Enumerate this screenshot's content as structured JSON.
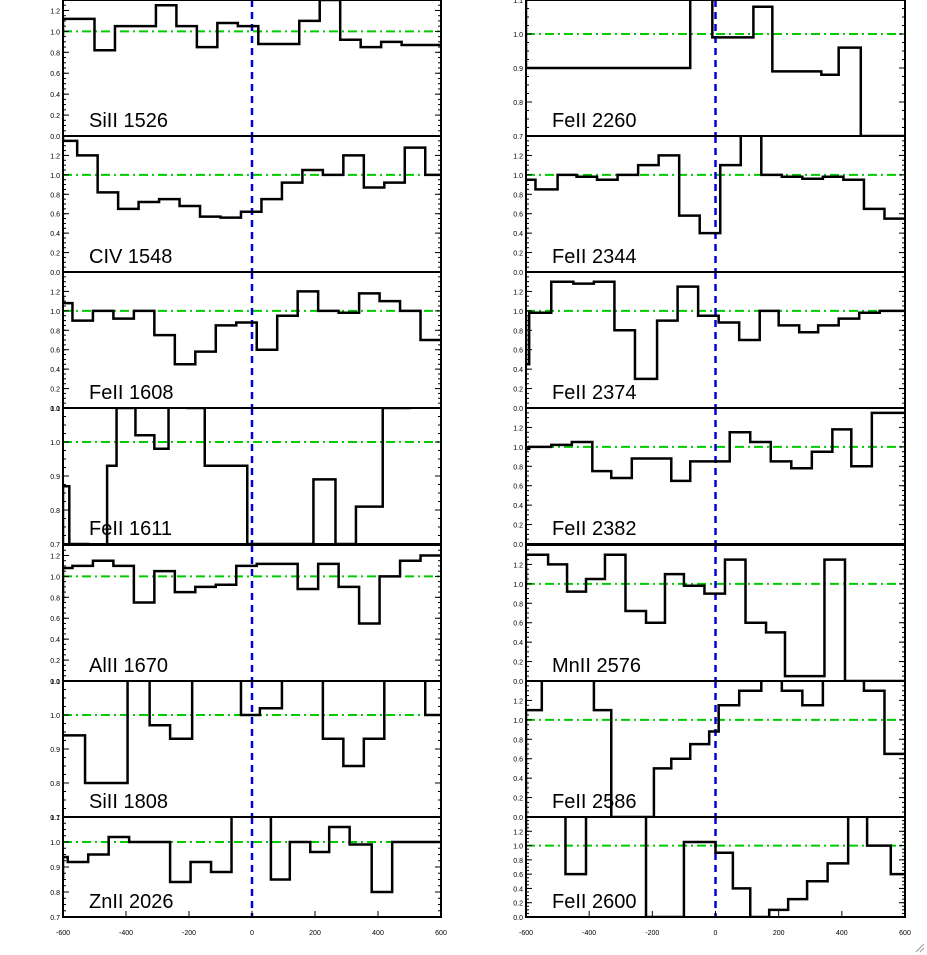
{
  "figure": {
    "x_tick_labels": [
      "-600",
      "-400",
      "-200",
      "0",
      "200",
      "400",
      "600"
    ]
  },
  "chart_data": [
    {
      "type": "line",
      "label": "SiII 1526",
      "xlim": [
        -600,
        600
      ],
      "ylim": [
        0,
        1.3
      ],
      "ytick_values": [
        0,
        0.2,
        0.4,
        0.6,
        0.8,
        1.0,
        1.2
      ],
      "ytick_labels": [
        "0.0",
        "0.2",
        "0.4",
        "0.6",
        "0.8",
        "1.0",
        "1.2"
      ],
      "reference_lines": [
        0,
        1
      ],
      "x": [
        -600,
        -565,
        -500,
        -435,
        -370,
        -305,
        -240,
        -175,
        -110,
        -45,
        20,
        85,
        150,
        215,
        280,
        345,
        410,
        475,
        540,
        600
      ],
      "y": [
        0.95,
        1.12,
        1.12,
        0.82,
        1.05,
        1.05,
        1.25,
        1.05,
        0.85,
        1.08,
        1.05,
        0.88,
        0.88,
        1.1,
        1.3,
        0.92,
        0.85,
        0.9,
        0.87,
        0.87
      ]
    },
    {
      "type": "line",
      "label": "CIV 1548",
      "xlim": [
        -600,
        600
      ],
      "ylim": [
        0,
        1.4
      ],
      "ytick_values": [
        0,
        0.2,
        0.4,
        0.6,
        0.8,
        1.0,
        1.2
      ],
      "ytick_labels": [
        "0.0",
        "0.2",
        "0.4",
        "0.6",
        "0.8",
        "1.0",
        "1.2"
      ],
      "reference_lines": [
        0,
        1
      ],
      "x": [
        -600,
        -555,
        -490,
        -425,
        -360,
        -295,
        -230,
        -165,
        -100,
        -35,
        30,
        95,
        160,
        225,
        290,
        355,
        420,
        485,
        550,
        600
      ],
      "y": [
        1.4,
        1.35,
        1.2,
        0.82,
        0.65,
        0.72,
        0.75,
        0.68,
        0.57,
        0.56,
        0.62,
        0.75,
        0.92,
        1.05,
        1.0,
        1.2,
        0.87,
        0.92,
        1.28,
        1.0
      ]
    },
    {
      "type": "line",
      "label": "FeII 1608",
      "xlim": [
        -600,
        600
      ],
      "ylim": [
        0,
        1.4
      ],
      "ytick_values": [
        0,
        0.2,
        0.4,
        0.6,
        0.8,
        1.0,
        1.2
      ],
      "ytick_labels": [
        "0.0",
        "0.2",
        "0.4",
        "0.6",
        "0.8",
        "1.0",
        "1.2"
      ],
      "reference_lines": [
        0,
        1
      ],
      "x": [
        -600,
        -570,
        -505,
        -440,
        -375,
        -310,
        -245,
        -180,
        -115,
        -50,
        15,
        80,
        145,
        210,
        275,
        340,
        405,
        470,
        535,
        600
      ],
      "y": [
        1.15,
        1.08,
        0.9,
        1.0,
        0.92,
        1.0,
        0.75,
        0.45,
        0.58,
        0.85,
        0.88,
        0.6,
        0.95,
        1.2,
        1.0,
        0.98,
        1.18,
        1.1,
        1.0,
        0.7
      ]
    },
    {
      "type": "line",
      "label": "FeII 1611",
      "xlim": [
        -600,
        600
      ],
      "ylim": [
        0.7,
        1.1
      ],
      "ytick_values": [
        0.7,
        0.8,
        0.9,
        1.0,
        1.1
      ],
      "ytick_labels": [
        "0.7",
        "0.8",
        "0.9",
        "1.0",
        "1.1"
      ],
      "reference_lines": [
        1
      ],
      "x": [
        -600,
        -580,
        -520,
        -460,
        -430,
        -370,
        -310,
        -265,
        -205,
        -150,
        -15,
        60,
        150,
        195,
        265,
        330,
        415,
        480,
        500,
        600
      ],
      "y": [
        0.7,
        0.87,
        0.7,
        0.66,
        0.93,
        1.1,
        1.02,
        0.98,
        1.12,
        1.1,
        0.93,
        0.7,
        0.7,
        0.7,
        0.89,
        0.7,
        0.81,
        1.1,
        1.1,
        1.12
      ]
    },
    {
      "type": "line",
      "label": "AlII 1670",
      "xlim": [
        -600,
        600
      ],
      "ylim": [
        0,
        1.3
      ],
      "ytick_values": [
        0,
        0.2,
        0.4,
        0.6,
        0.8,
        1.0,
        1.2
      ],
      "ytick_labels": [
        "0.0",
        "0.2",
        "0.4",
        "0.6",
        "0.8",
        "1.0",
        "1.2"
      ],
      "reference_lines": [
        0,
        1
      ],
      "x": [
        -600,
        -570,
        -505,
        -440,
        -375,
        -310,
        -245,
        -180,
        -115,
        -50,
        15,
        80,
        145,
        210,
        275,
        340,
        405,
        470,
        535,
        600
      ],
      "y": [
        0.75,
        1.08,
        1.1,
        1.15,
        1.1,
        0.75,
        1.05,
        0.85,
        0.9,
        0.92,
        1.1,
        1.12,
        1.12,
        0.88,
        1.12,
        0.9,
        0.55,
        1.0,
        1.15,
        1.2
      ]
    },
    {
      "type": "line",
      "label": "SiII 1808",
      "xlim": [
        -600,
        600
      ],
      "ylim": [
        0.7,
        1.1
      ],
      "ytick_values": [
        0.7,
        0.8,
        0.9,
        1.0,
        1.1
      ],
      "ytick_labels": [
        "0.7",
        "0.8",
        "0.9",
        "1.0",
        "1.1"
      ],
      "reference_lines": [
        1
      ],
      "x": [
        -600,
        -530,
        -395,
        -325,
        -260,
        -190,
        -110,
        -35,
        25,
        95,
        160,
        225,
        290,
        355,
        420,
        485,
        550,
        600
      ],
      "y": [
        0.94,
        0.94,
        0.8,
        1.12,
        0.97,
        0.93,
        1.12,
        1.12,
        1.0,
        1.02,
        1.12,
        1.12,
        0.93,
        0.85,
        0.93,
        1.12,
        1.12,
        1.0
      ]
    },
    {
      "type": "line",
      "label": "ZnII 2026",
      "xlim": [
        -600,
        600
      ],
      "ylim": [
        0.7,
        1.1
      ],
      "ytick_values": [
        0.7,
        0.8,
        0.9,
        1.0,
        1.1
      ],
      "ytick_labels": [
        "0.7",
        "0.8",
        "0.9",
        "1.0",
        "1.1"
      ],
      "reference_lines": [
        1
      ],
      "x": [
        -600,
        -585,
        -520,
        -455,
        -390,
        -325,
        -260,
        -195,
        -130,
        -65,
        0,
        60,
        120,
        185,
        245,
        310,
        380,
        445,
        510,
        570,
        600
      ],
      "y": [
        0.85,
        0.94,
        0.92,
        0.95,
        1.02,
        1.0,
        1.0,
        0.84,
        0.92,
        0.88,
        1.12,
        1.12,
        0.85,
        1.0,
        0.96,
        1.06,
        0.99,
        0.8,
        1.0,
        1.0,
        1.0
      ]
    },
    {
      "type": "line",
      "label": "FeII 2260",
      "xlim": [
        -600,
        600
      ],
      "ylim": [
        0.7,
        1.1
      ],
      "ytick_values": [
        0.7,
        0.8,
        0.9,
        1.0,
        1.1
      ],
      "ytick_labels": [
        "0.7",
        "0.8",
        "0.9",
        "1.0",
        "1.1"
      ],
      "reference_lines": [
        1
      ],
      "x": [
        -600,
        -80,
        -10,
        120,
        180,
        335,
        390,
        460,
        520,
        600
      ],
      "y": [
        1.2,
        0.9,
        1.2,
        0.99,
        1.08,
        0.89,
        0.88,
        0.96,
        0.7,
        0.7
      ]
    },
    {
      "type": "line",
      "label": "FeII 2344",
      "xlim": [
        -600,
        600
      ],
      "ylim": [
        0,
        1.4
      ],
      "ytick_values": [
        0,
        0.2,
        0.4,
        0.6,
        0.8,
        1.0,
        1.2
      ],
      "ytick_labels": [
        "0.0",
        "0.2",
        "0.4",
        "0.6",
        "0.8",
        "1.0",
        "1.2"
      ],
      "reference_lines": [
        0,
        1
      ],
      "x": [
        -600,
        -570,
        -500,
        -440,
        -375,
        -310,
        -245,
        -180,
        -115,
        -50,
        15,
        80,
        145,
        210,
        275,
        340,
        405,
        470,
        535,
        600
      ],
      "y": [
        0.92,
        0.95,
        0.85,
        1.0,
        0.98,
        0.95,
        1.0,
        1.1,
        1.2,
        0.58,
        0.4,
        1.1,
        1.5,
        1.0,
        0.98,
        0.96,
        0.98,
        0.95,
        0.65,
        0.55
      ]
    },
    {
      "type": "line",
      "label": "FeII 2374",
      "xlim": [
        -600,
        600
      ],
      "ylim": [
        0,
        1.4
      ],
      "ytick_values": [
        0,
        0.2,
        0.4,
        0.6,
        0.8,
        1.0,
        1.2
      ],
      "ytick_labels": [
        "0.0",
        "0.2",
        "0.4",
        "0.6",
        "0.8",
        "1.0",
        "1.2"
      ],
      "reference_lines": [
        0,
        1
      ],
      "x": [
        -600,
        -590,
        -520,
        -450,
        -385,
        -320,
        -255,
        -185,
        -120,
        -55,
        10,
        75,
        140,
        200,
        265,
        325,
        390,
        455,
        520,
        600
      ],
      "y": [
        0.95,
        0.45,
        0.98,
        1.3,
        1.28,
        1.3,
        0.8,
        0.3,
        0.9,
        1.25,
        0.95,
        0.88,
        0.7,
        1.0,
        0.85,
        0.78,
        0.85,
        0.92,
        0.98,
        1.0
      ]
    },
    {
      "type": "line",
      "label": "FeII 2382",
      "xlim": [
        -600,
        600
      ],
      "ylim": [
        0,
        1.4
      ],
      "ytick_values": [
        0,
        0.2,
        0.4,
        0.6,
        0.8,
        1.0,
        1.2
      ],
      "ytick_labels": [
        "0.0",
        "0.2",
        "0.4",
        "0.6",
        "0.8",
        "1.0",
        "1.2"
      ],
      "reference_lines": [
        0,
        1
      ],
      "x": [
        -600,
        -590,
        -520,
        -455,
        -390,
        -330,
        -265,
        -205,
        -140,
        -80,
        -15,
        45,
        110,
        175,
        240,
        305,
        370,
        430,
        495,
        555,
        600
      ],
      "y": [
        0.95,
        0.98,
        1.0,
        1.02,
        1.05,
        0.75,
        0.68,
        0.88,
        0.88,
        0.65,
        0.85,
        0.85,
        1.15,
        1.05,
        0.85,
        0.78,
        0.95,
        1.18,
        0.8,
        1.35,
        1.35
      ]
    },
    {
      "type": "line",
      "label": "MnII 2576",
      "xlim": [
        -600,
        600
      ],
      "ylim": [
        0,
        1.4
      ],
      "ytick_values": [
        0,
        0.2,
        0.4,
        0.6,
        0.8,
        1.0,
        1.2
      ],
      "ytick_labels": [
        "0.0",
        "0.2",
        "0.4",
        "0.6",
        "0.8",
        "1.0",
        "1.2"
      ],
      "reference_lines": [
        0,
        1
      ],
      "x": [
        -600,
        -530,
        -470,
        -410,
        -350,
        -285,
        -220,
        -160,
        -100,
        -35,
        30,
        95,
        160,
        220,
        285,
        345,
        410,
        475,
        540,
        600
      ],
      "y": [
        0.98,
        1.3,
        1.2,
        0.92,
        1.05,
        1.3,
        0.72,
        0.6,
        1.1,
        0.98,
        0.9,
        1.25,
        0.6,
        0.5,
        0.05,
        0.05,
        1.25,
        0.0,
        0.0,
        0.0
      ]
    },
    {
      "type": "line",
      "label": "FeII 2586",
      "xlim": [
        -600,
        600
      ],
      "ylim": [
        0,
        1.4
      ],
      "ytick_values": [
        0,
        0.2,
        0.4,
        0.6,
        0.8,
        1.0,
        1.2
      ],
      "ytick_labels": [
        "0.0",
        "0.2",
        "0.4",
        "0.6",
        "0.8",
        "1.0",
        "1.2"
      ],
      "reference_lines": [
        0,
        1
      ],
      "x": [
        -600,
        -550,
        -460,
        -385,
        -330,
        -265,
        -195,
        -140,
        -80,
        -20,
        10,
        75,
        145,
        210,
        275,
        340,
        405,
        470,
        535,
        600
      ],
      "y": [
        0.0,
        1.1,
        1.45,
        1.45,
        1.1,
        0.0,
        0.0,
        0.5,
        0.6,
        0.75,
        0.88,
        1.15,
        1.3,
        1.45,
        1.3,
        1.15,
        1.45,
        1.45,
        1.3,
        0.65
      ]
    },
    {
      "type": "line",
      "label": "FeII 2600",
      "xlim": [
        -600,
        600
      ],
      "ylim": [
        0,
        1.4
      ],
      "ytick_values": [
        0,
        0.2,
        0.4,
        0.6,
        0.8,
        1.0,
        1.2
      ],
      "ytick_labels": [
        "0.0",
        "0.2",
        "0.4",
        "0.6",
        "0.8",
        "1.0",
        "1.2"
      ],
      "reference_lines": [
        0,
        1
      ],
      "x": [
        -600,
        -475,
        -410,
        -345,
        -280,
        -220,
        -160,
        -100,
        -45,
        0,
        55,
        110,
        170,
        230,
        290,
        355,
        420,
        480,
        555,
        600
      ],
      "y": [
        1.2,
        1.45,
        0.6,
        1.45,
        1.45,
        1.45,
        0.0,
        0.0,
        1.05,
        1.05,
        0.9,
        0.4,
        0.0,
        0.1,
        0.25,
        0.5,
        0.75,
        1.45,
        1.0,
        0.6
      ]
    }
  ]
}
